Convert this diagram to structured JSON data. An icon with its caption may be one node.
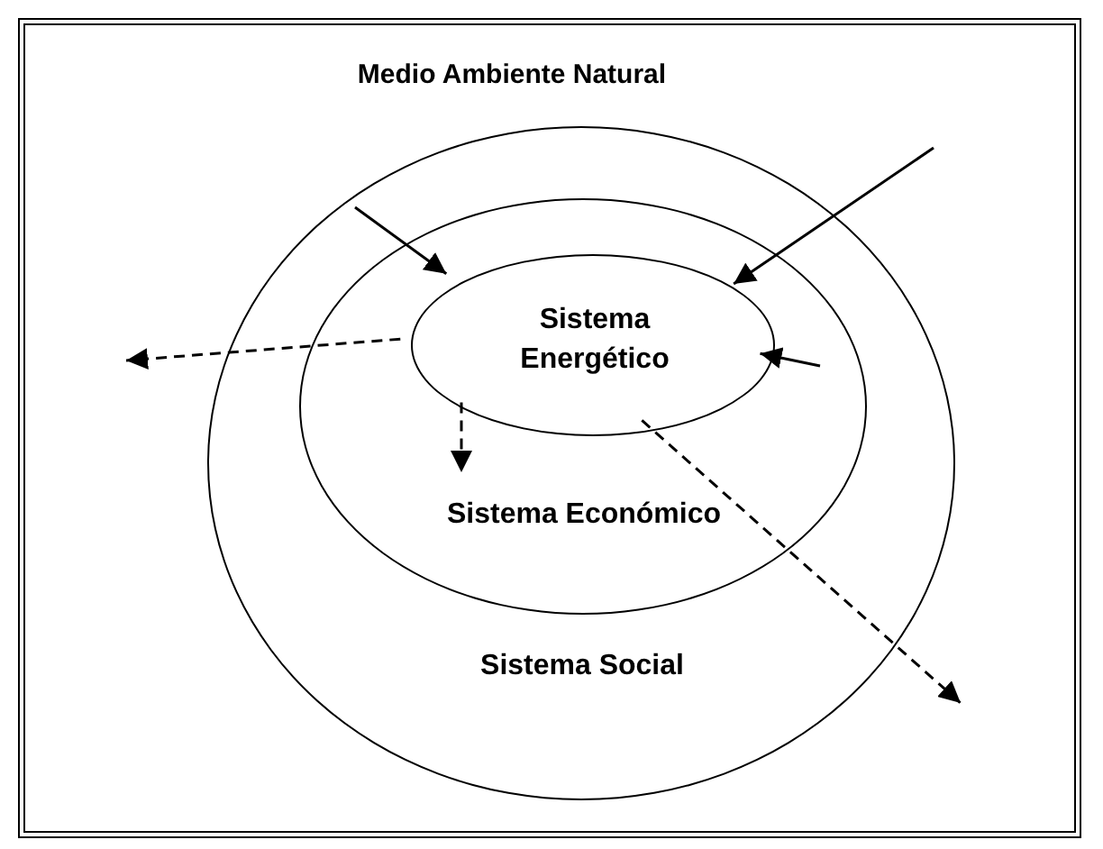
{
  "diagram": {
    "nodes": [
      {
        "text": [
          "Medio Ambiente Natural"
        ]
      },
      {
        "text": [
          "Sistema Social"
        ],
        "in": 0
      },
      {
        "text": [
          "Sistema Económico"
        ],
        "in": 1
      },
      {
        "text": [
          "Sistema Energético"
        ],
        "in": 2
      }
    ],
    "edges": [
      {
        "from": null,
        "to": 3,
        "arrow": "to"
      },
      {
        "from": null,
        "to": 3,
        "arrow": "to"
      },
      {
        "from": null,
        "to": 3,
        "arrow": "to"
      },
      {
        "from": 3,
        "to": null,
        "arrow": "to",
        "style": "dashed"
      },
      {
        "from": 3,
        "to": null,
        "arrow": "to",
        "style": "dashed"
      },
      {
        "from": 3,
        "to": null,
        "arrow": "to",
        "style": "dashed"
      }
    ]
  }
}
